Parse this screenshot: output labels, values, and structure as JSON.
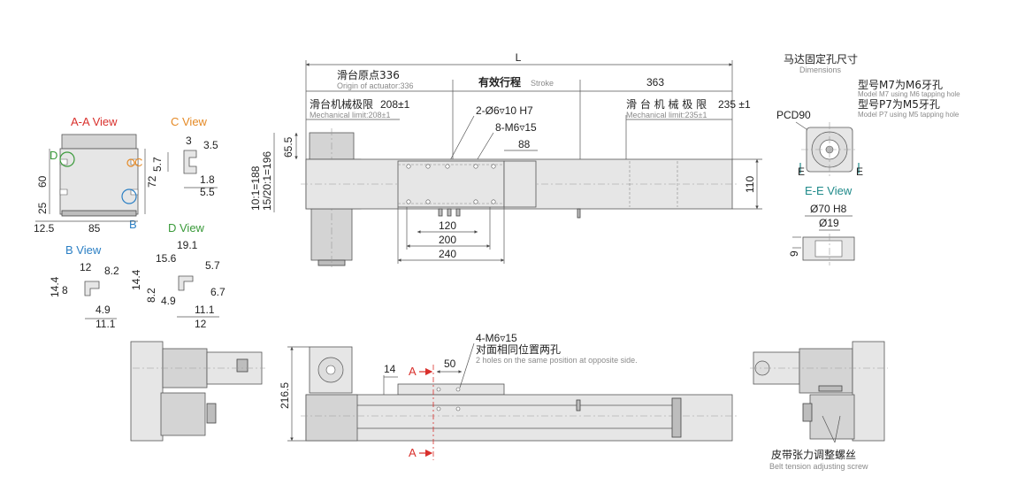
{
  "dimensions": {
    "L": "L",
    "origin_zh": "滑台原点336",
    "origin_en": "Origin of actuator:336",
    "stroke_zh": "有效行程",
    "stroke_en": "Stroke",
    "d363": "363",
    "mech_left_zh": "滑台机械极限",
    "mech_left_val": "208±1",
    "mech_left_en": "Mechanical limit:208±1",
    "mech_right_zh": "滑 台 机 械 极 限",
    "mech_right_val": "235 ±1",
    "mech_right_en": "Mechanical limit:235±1",
    "holes_top": "2-Ø6▿10 H7",
    "tap_top": "8-M6▿15",
    "d88": "88",
    "d65_5": "65.5",
    "ratio1": "10:1=188",
    "ratio2": "15/20:1=196",
    "d110": "110",
    "d120": "120",
    "d200": "200",
    "d240": "240",
    "tap_front": "4-M6▿15",
    "tap_front_zh": "对面相同位置两孔",
    "tap_front_en": "2 holes on the same position at opposite side.",
    "d14": "14",
    "d50": "50",
    "d216_5": "216.5",
    "sec_a": "A",
    "belt_zh": "皮带张力调整螺丝",
    "belt_en": "Belt tension adjusting screw"
  },
  "motor_dims": {
    "title_zh": "马达固定孔尺寸",
    "title_en": "Dimensions",
    "m7_zh": "型号M7为M6牙孔",
    "m7_en": "Model M7 using M6 tapping hole",
    "p7_zh": "型号P7为M5牙孔",
    "p7_en": "Model P7 using M5 tapping hole",
    "pcd": "PCD90",
    "e": "E",
    "ee_view": "E-E View",
    "d70": "Ø70 H8",
    "d19": "Ø19",
    "d9": "9"
  },
  "aa_view": {
    "title": "A-A View",
    "d60": "60",
    "d25": "25",
    "d12_5": "12.5",
    "d85": "85",
    "d72": "72",
    "lbl_d": "D",
    "lbl_c": "C",
    "lbl_b": "B"
  },
  "c_view": {
    "title": "C View",
    "d3": "3",
    "d3_5": "3.5",
    "d5_7": "5.7",
    "d1_8": "1.8",
    "d5_5": "5.5"
  },
  "b_view": {
    "title": "B View",
    "d12": "12",
    "d8_2": "8.2",
    "d14_4": "14.4",
    "d8": "8",
    "d4_9": "4.9",
    "d11_1": "11.1"
  },
  "d_view": {
    "title": "D View",
    "d19_1": "19.1",
    "d15_6": "15.6",
    "d5_7": "5.7",
    "d14_4": "14.4",
    "d8_2": "8.2",
    "d6_7": "6.7",
    "d4_9": "4.9",
    "d11_1": "11.1",
    "d12": "12"
  },
  "colors": {
    "a_view": "#d9302c",
    "c_view": "#e58a26",
    "b_view": "#2b7fc4",
    "d_view": "#3a9a3a",
    "ee_view": "#1f8a8a",
    "section_mark": "#d9302c"
  }
}
